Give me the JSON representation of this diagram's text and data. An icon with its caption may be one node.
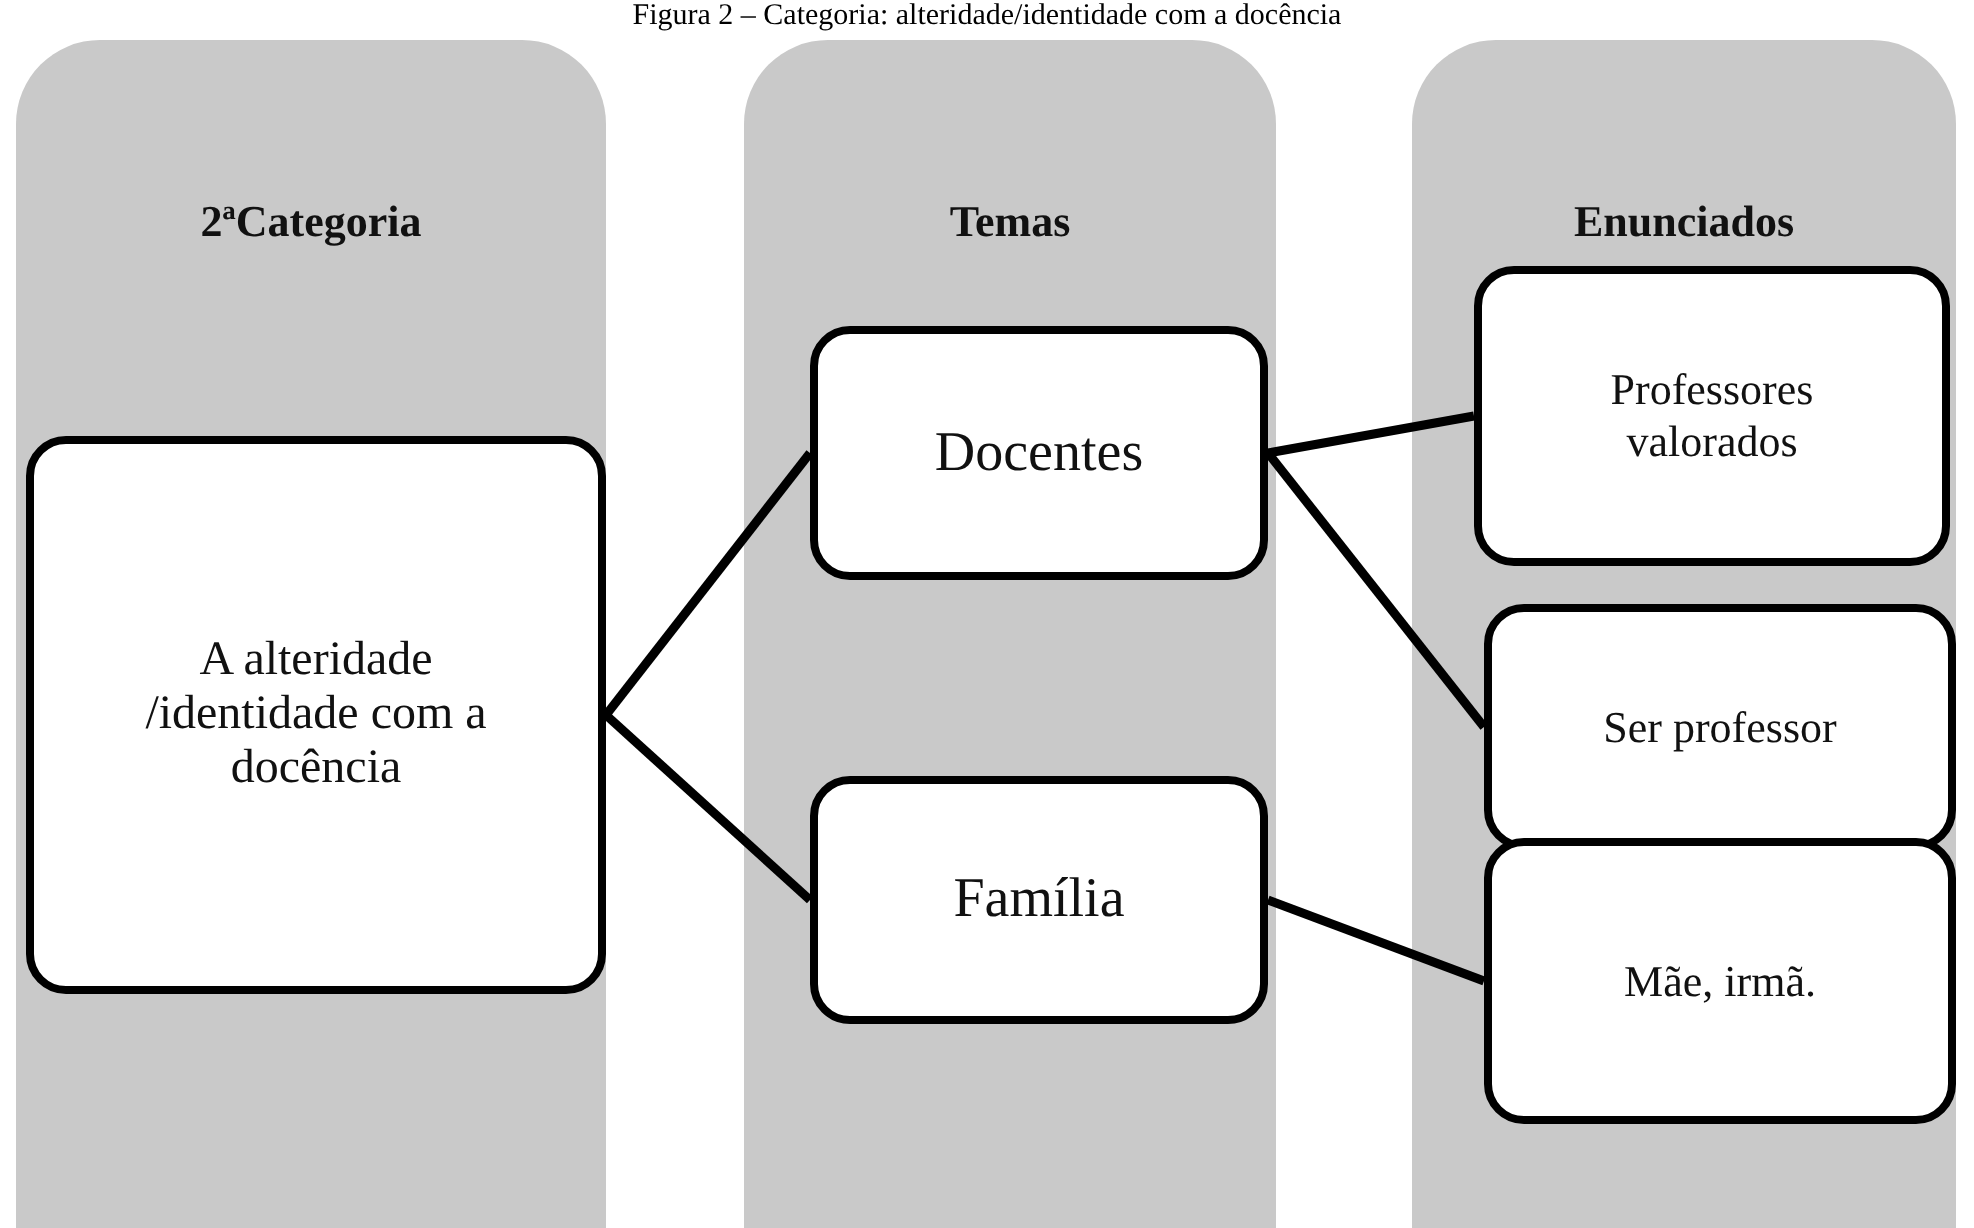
{
  "diagram": {
    "title": "Figura 2 – Categoria: alteridade/identidade com a docência",
    "nodes": [
      {
        "text": [
          "2ªCategoria"
        ]
      },
      {
        "text": [
          "A alteridade /identidade com a docência"
        ],
        "in": 0
      },
      {
        "text": [
          "Temas"
        ]
      },
      {
        "text": [
          "Docentes"
        ],
        "in": 2
      },
      {
        "text": [
          "Família"
        ],
        "in": 2
      },
      {
        "text": [
          "Enunciados"
        ]
      },
      {
        "text": [
          "Professores valorados"
        ],
        "in": 5
      },
      {
        "text": [
          "Ser professor"
        ],
        "in": 5
      },
      {
        "text": [
          "Mãe, irmã."
        ],
        "in": 5
      }
    ],
    "edges": [
      {
        "from": 1,
        "to": 3,
        "arrow": "none"
      },
      {
        "from": 1,
        "to": 4,
        "arrow": "none"
      },
      {
        "from": 3,
        "to": 6,
        "arrow": "none"
      },
      {
        "from": 3,
        "to": 7,
        "arrow": "none"
      },
      {
        "from": 4,
        "to": 8,
        "arrow": "none"
      }
    ]
  }
}
